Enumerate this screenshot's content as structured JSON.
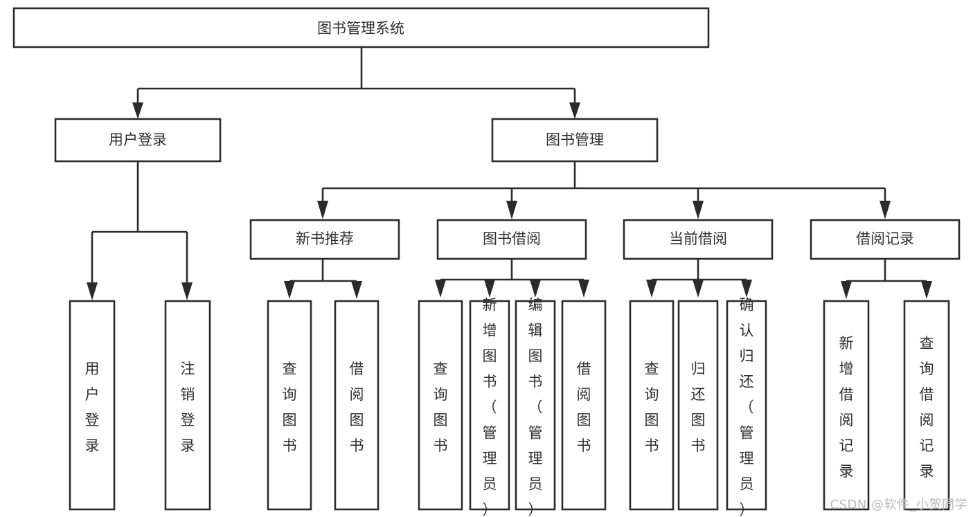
{
  "diagram": {
    "title": "图书管理系统",
    "type": "tree-hierarchy",
    "nodes": {
      "root": {
        "label": "图书管理系统",
        "level": 0
      },
      "user_login": {
        "label": "用户登录",
        "level": 1
      },
      "book_manage": {
        "label": "图书管理",
        "level": 1
      },
      "new_book_rec": {
        "label": "新书推荐",
        "level": 2
      },
      "book_borrow": {
        "label": "图书借阅",
        "level": 2
      },
      "current_borrow": {
        "label": "当前借阅",
        "level": 2
      },
      "borrow_record": {
        "label": "借阅记录",
        "level": 2
      },
      "leaf_user_login": {
        "label": "用户登录",
        "level": 3,
        "orientation": "vertical"
      },
      "leaf_logout": {
        "label": "注销登录",
        "level": 3,
        "orientation": "vertical"
      },
      "leaf_query_book_1": {
        "label": "查询图书",
        "level": 3,
        "orientation": "vertical"
      },
      "leaf_borrow_book_1": {
        "label": "借阅图书",
        "level": 3,
        "orientation": "vertical"
      },
      "leaf_query_book_2": {
        "label": "查询图书",
        "level": 3,
        "orientation": "vertical"
      },
      "leaf_add_book": {
        "label": "新增图书（管理员）",
        "level": 3,
        "orientation": "vertical"
      },
      "leaf_edit_book": {
        "label": "编辑图书（管理员）",
        "level": 3,
        "orientation": "vertical"
      },
      "leaf_borrow_book_2": {
        "label": "借阅图书",
        "level": 3,
        "orientation": "vertical"
      },
      "leaf_query_book_3": {
        "label": "查询图书",
        "level": 3,
        "orientation": "vertical"
      },
      "leaf_return_book": {
        "label": "归还图书",
        "level": 3,
        "orientation": "vertical"
      },
      "leaf_confirm_return": {
        "label": "确认归还（管理员）",
        "level": 3,
        "orientation": "vertical"
      },
      "leaf_add_record": {
        "label": "新增借阅记录",
        "level": 3,
        "orientation": "vertical"
      },
      "leaf_query_record": {
        "label": "查询借阅记录",
        "level": 3,
        "orientation": "vertical"
      }
    },
    "edges": [
      {
        "from": "root",
        "to": "user_login"
      },
      {
        "from": "root",
        "to": "book_manage"
      },
      {
        "from": "user_login",
        "to": "leaf_user_login"
      },
      {
        "from": "user_login",
        "to": "leaf_logout"
      },
      {
        "from": "book_manage",
        "to": "new_book_rec"
      },
      {
        "from": "book_manage",
        "to": "book_borrow"
      },
      {
        "from": "book_manage",
        "to": "current_borrow"
      },
      {
        "from": "book_manage",
        "to": "borrow_record"
      },
      {
        "from": "new_book_rec",
        "to": "leaf_query_book_1"
      },
      {
        "from": "new_book_rec",
        "to": "leaf_borrow_book_1"
      },
      {
        "from": "book_borrow",
        "to": "leaf_query_book_2"
      },
      {
        "from": "book_borrow",
        "to": "leaf_add_book"
      },
      {
        "from": "book_borrow",
        "to": "leaf_edit_book"
      },
      {
        "from": "book_borrow",
        "to": "leaf_borrow_book_2"
      },
      {
        "from": "current_borrow",
        "to": "leaf_query_book_3"
      },
      {
        "from": "current_borrow",
        "to": "leaf_return_book"
      },
      {
        "from": "current_borrow",
        "to": "leaf_confirm_return"
      },
      {
        "from": "borrow_record",
        "to": "leaf_add_record"
      },
      {
        "from": "borrow_record",
        "to": "leaf_query_record"
      }
    ],
    "colors": {
      "stroke": "#2b2b2b",
      "fill": "#ffffff",
      "text": "#2e2e2e",
      "background": "#ffffff",
      "watermark": "#b9b9b9"
    }
  },
  "watermark": {
    "text": "CSDN @软件_小贺同学"
  }
}
